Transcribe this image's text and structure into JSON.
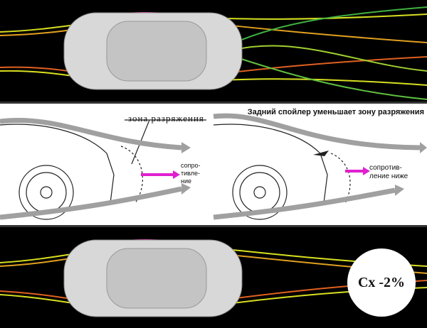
{
  "diagram": {
    "title": "Задний спойлер уменьшает зону разряжения",
    "zone_label": "зона разряжения",
    "drag_label_left": [
      "сопро-",
      "тивле-",
      "ние"
    ],
    "drag_label_right": [
      "сопротив-",
      "ление ниже"
    ],
    "cx_badge": "Cx -2%"
  },
  "colors": {
    "streamline_yellow": "#e8e020",
    "streamline_red": "#e03020",
    "streamline_magenta": "#ff30c0",
    "arrow_magenta": "#e020d0",
    "flow_gray": "#a0a0a0"
  }
}
